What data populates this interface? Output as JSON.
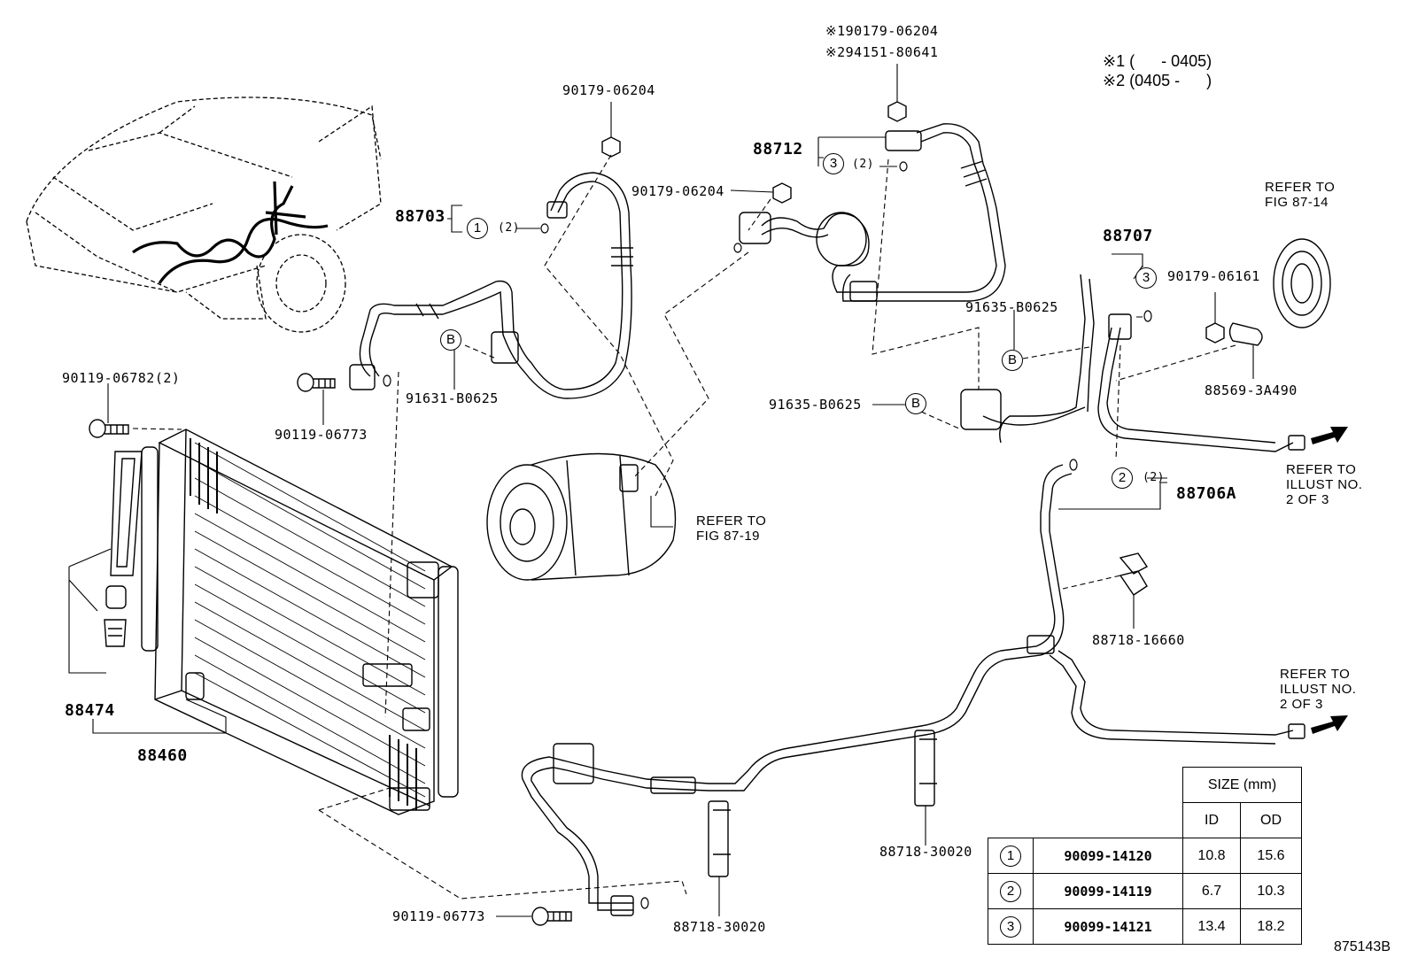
{
  "notes": {
    "top_right_1": "※1 (      - 0405)",
    "top_right_2": "※2 (0405 -      )"
  },
  "parts": {
    "p90179_06204_a": "90179-06204",
    "p190179": "※190179-06204",
    "p294151": "※294151-80641",
    "p88712": "88712",
    "p88703": "88703",
    "p90179_06204_b": "90179-06204",
    "p88707": "88707",
    "p90179_06161": "90179-06161",
    "p91635_a": "91635-B0625",
    "p91635_b": "91635-B0625",
    "p88569": "88569-3A490",
    "p90119_06782": "90119-06782(2)",
    "p90119_06773_a": "90119-06773",
    "p91631": "91631-B0625",
    "p88706a": "88706A",
    "p88718_16660": "88718-16660",
    "p88474": "88474",
    "p88460": "88460",
    "p90119_06773_b": "90119-06773",
    "p88718_30020_a": "88718-30020",
    "p88718_30020_b": "88718-30020"
  },
  "markers": {
    "b": "B",
    "c1": "1",
    "c2": "2",
    "c3": "3",
    "qty2": "(2)"
  },
  "refers": {
    "fig87_14": [
      "REFER TO",
      "FIG 87-14"
    ],
    "fig87_19": [
      "REFER TO",
      "FIG 87-19"
    ],
    "illust_a": [
      "REFER TO",
      "ILLUST NO.",
      "2 OF 3"
    ],
    "illust_b": [
      "REFER TO",
      "ILLUST NO.",
      "2 OF 3"
    ]
  },
  "size_table": {
    "header_size": "SIZE (mm)",
    "header_id": "ID",
    "header_od": "OD",
    "rows": [
      {
        "mark": "1",
        "part": "90099-14120",
        "id": "10.8",
        "od": "15.6"
      },
      {
        "mark": "2",
        "part": "90099-14119",
        "id": "6.7",
        "od": "10.3"
      },
      {
        "mark": "3",
        "part": "90099-14121",
        "id": "13.4",
        "od": "18.2"
      }
    ]
  },
  "figure_number": "875143B"
}
